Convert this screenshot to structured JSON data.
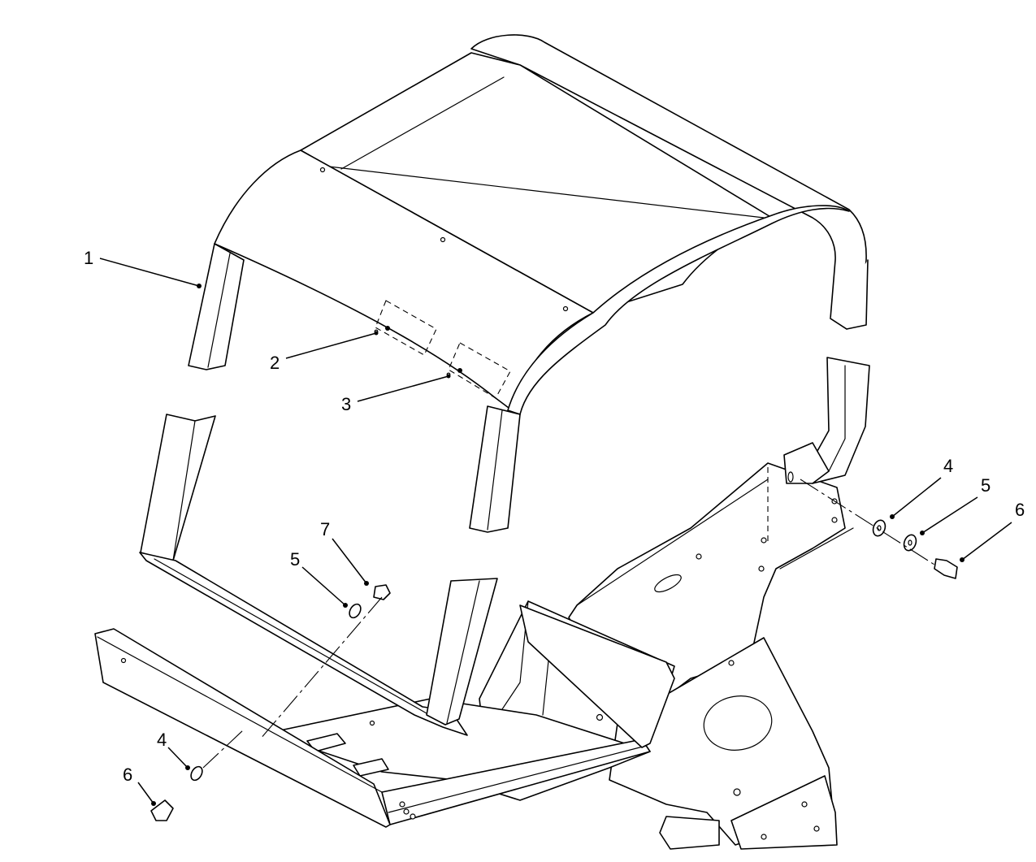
{
  "callouts": [
    {
      "label": "1"
    },
    {
      "label": "2"
    },
    {
      "label": "3"
    },
    {
      "label": "4"
    },
    {
      "label": "5"
    },
    {
      "label": "6"
    },
    {
      "label": "7"
    },
    {
      "label": "5"
    },
    {
      "label": "4"
    },
    {
      "label": "6"
    }
  ]
}
